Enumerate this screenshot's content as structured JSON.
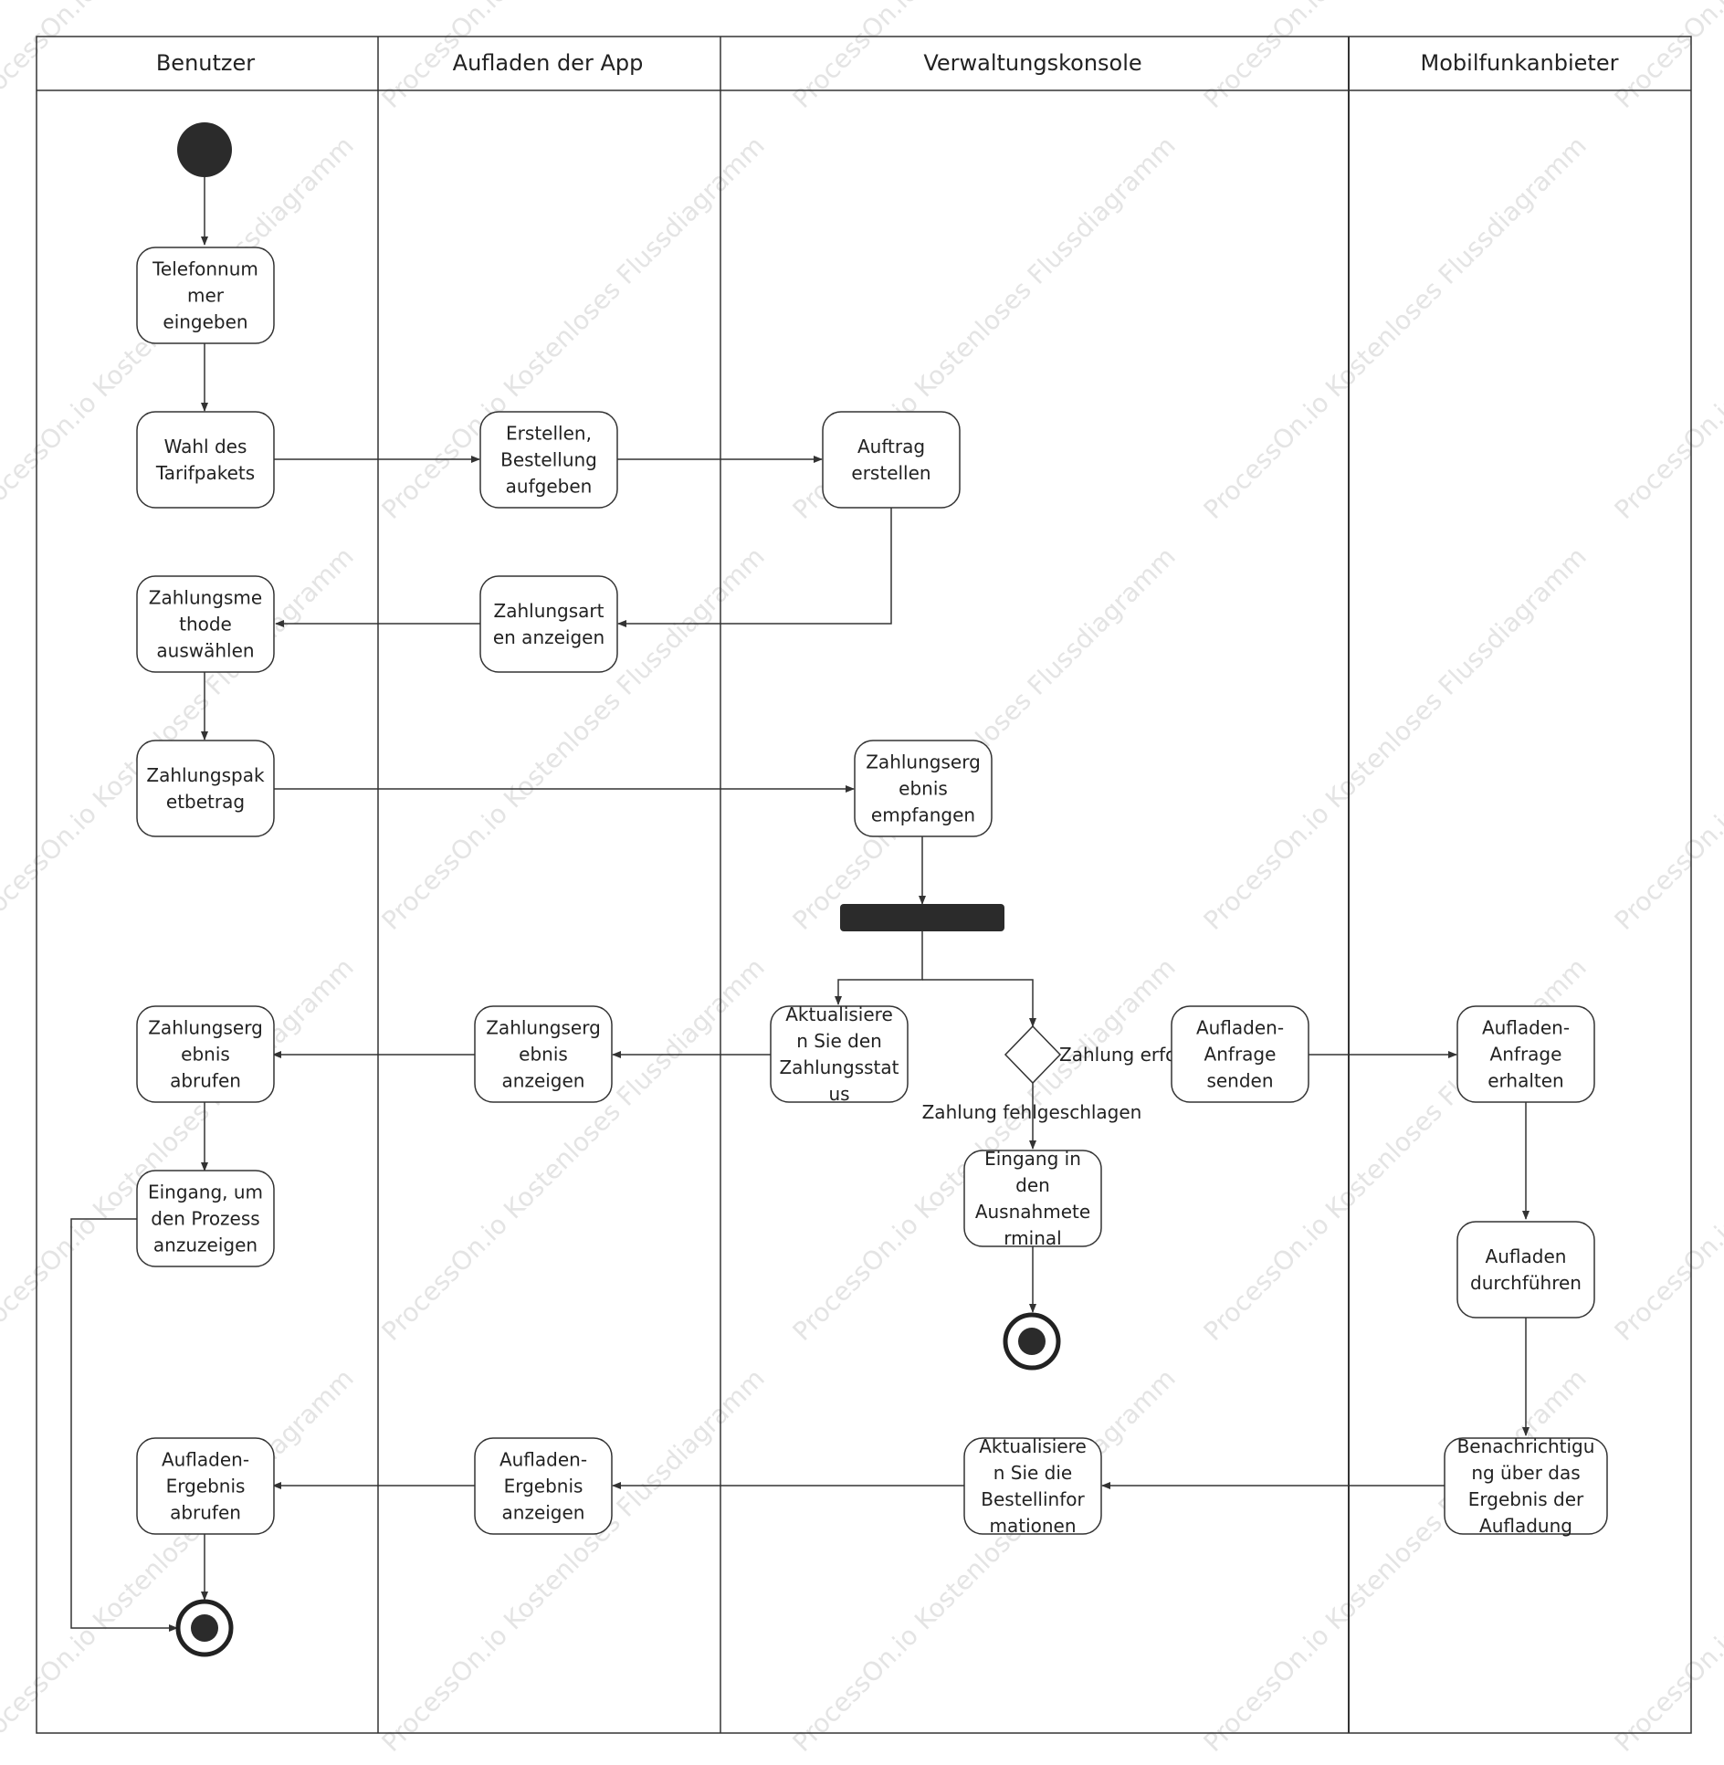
{
  "lanes": [
    "Benutzer",
    "Aufladen der App",
    "Verwaltungskonsole",
    "Mobilfunkanbieter"
  ],
  "nodes": {
    "phone": [
      "Telefonnum",
      "mer",
      "eingeben"
    ],
    "tariff": [
      "Wahl des",
      "Tarifpakets"
    ],
    "create_order_app": [
      "Erstellen,",
      "Bestellung",
      "aufgeben"
    ],
    "create_order": [
      "Auftrag",
      "erstellen"
    ],
    "show_methods": [
      "Zahlungsart",
      "en anzeigen"
    ],
    "choose_method": [
      "Zahlungsme",
      "thode",
      "auswählen"
    ],
    "pay_amount": [
      "Zahlungspak",
      "etbetrag"
    ],
    "receive_result": [
      "Zahlungserg",
      "ebnis",
      "empfangen"
    ],
    "update_status": [
      "Aktualisiere",
      "n Sie den",
      "Zahlungsstat",
      "us"
    ],
    "show_pay_result": [
      "Zahlungserg",
      "ebnis",
      "anzeigen"
    ],
    "get_pay_result": [
      "Zahlungserg",
      "ebnis",
      "abrufen"
    ],
    "process_entry": [
      "Eingang, um",
      "den Prozess",
      "anzuzeigen"
    ],
    "send_request": [
      "Aufladen-",
      "Anfrage",
      "senden"
    ],
    "receive_request": [
      "Aufladen-",
      "Anfrage",
      "erhalten"
    ],
    "exception_entry": [
      "Eingang in",
      "den",
      "Ausnahmete",
      "rminal"
    ],
    "do_recharge": [
      "Aufladen",
      "durchführen"
    ],
    "notify_result": [
      "Benachrichtigu",
      "ng über das",
      "Ergebnis der",
      "Aufladung"
    ],
    "update_order": [
      "Aktualisiere",
      "n Sie die",
      "Bestellinfor",
      "mationen"
    ],
    "show_recharge_result": [
      "Aufladen-",
      "Ergebnis",
      "anzeigen"
    ],
    "get_recharge_result": [
      "Aufladen-",
      "Ergebnis",
      "abrufen"
    ]
  },
  "edge_labels": {
    "success": "Zahlung erfo",
    "failed": "Zahlung fehlgeschlagen"
  },
  "watermark": "ProcessOn.io Kostenloses Flussdiagramm"
}
